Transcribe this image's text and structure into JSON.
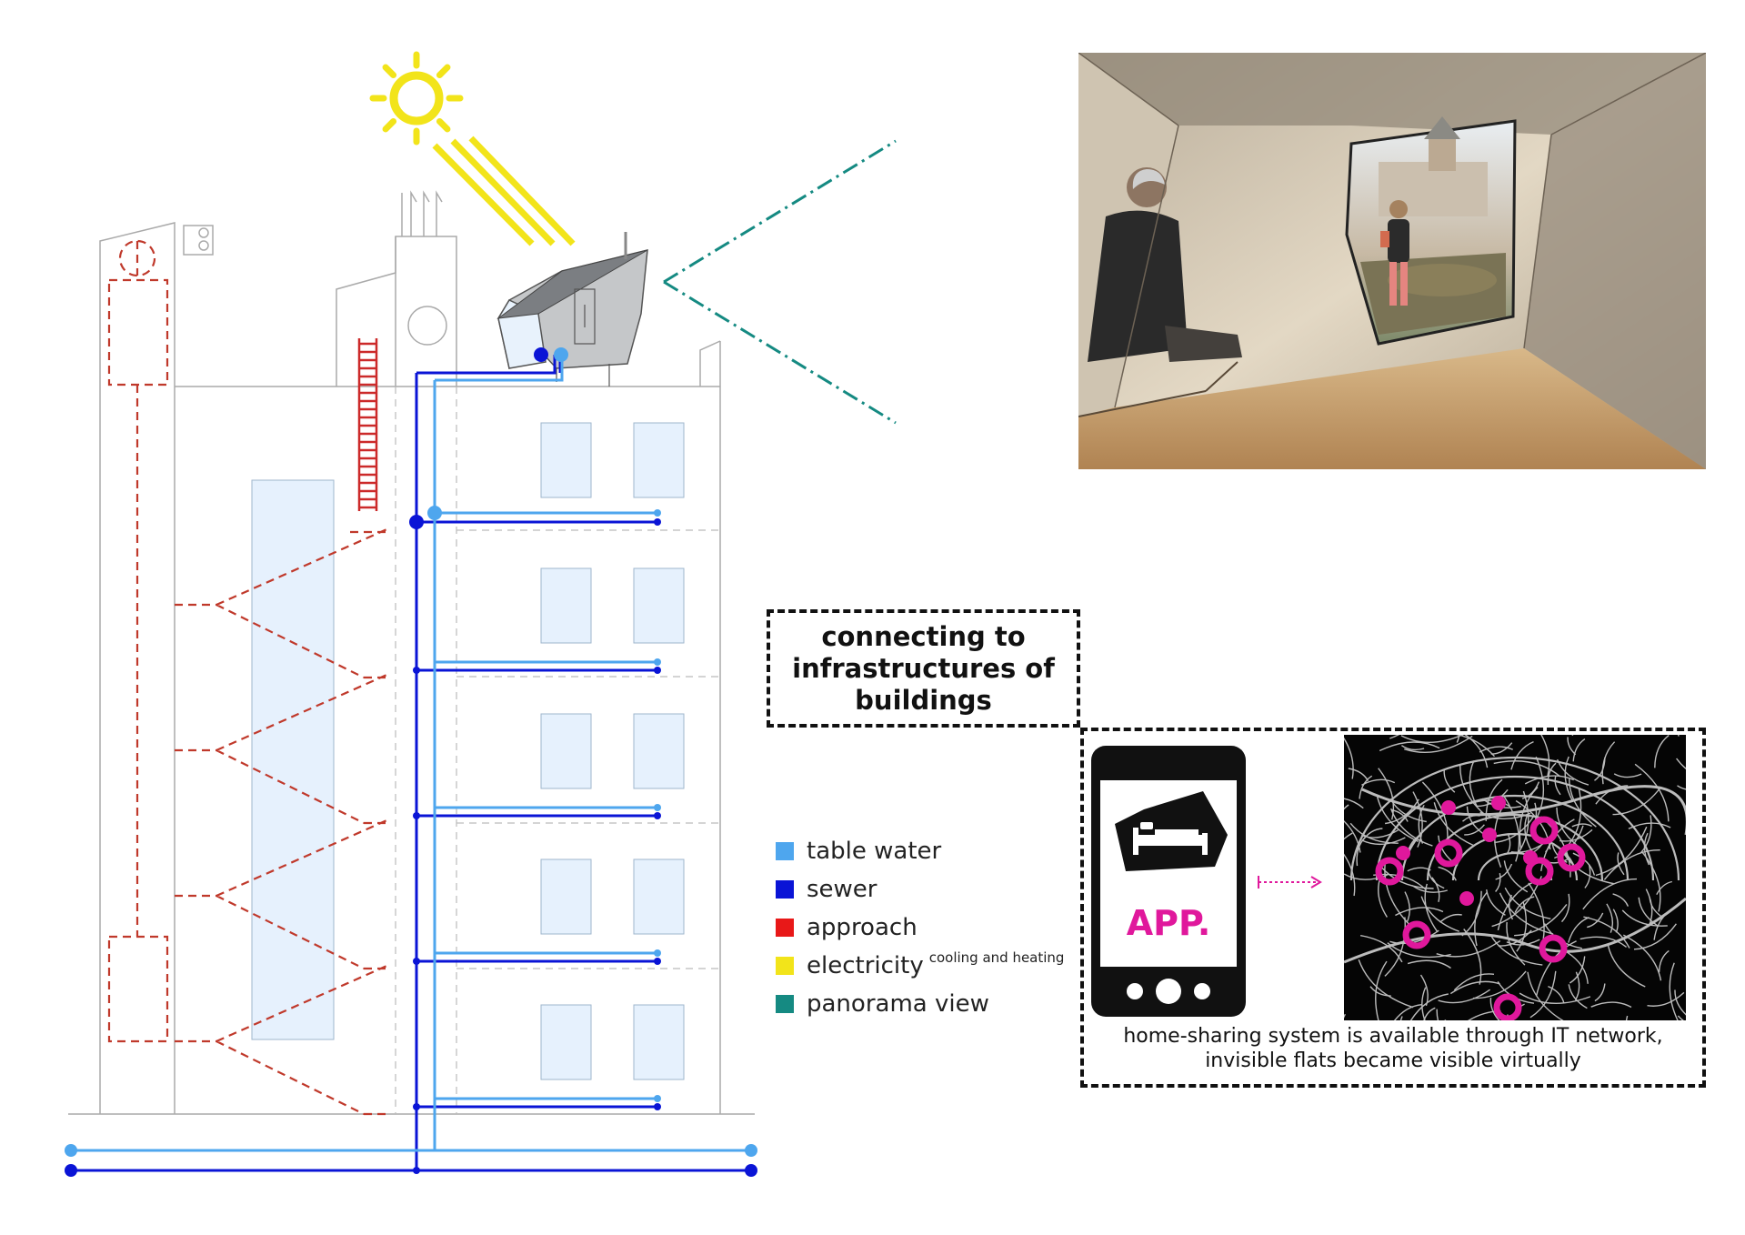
{
  "callout": {
    "lines": [
      "connecting to",
      "infrastructures of",
      "buildings"
    ]
  },
  "legend": [
    {
      "label": "table water",
      "sup": "",
      "color": "#4ea6ee"
    },
    {
      "label": "sewer",
      "sup": "",
      "color": "#0a14d6"
    },
    {
      "label": "approach",
      "sup": "",
      "color": "#e81818"
    },
    {
      "label": "electricity",
      "sup": "cooling and heating",
      "color": "#f2e41a"
    },
    {
      "label": "panorama view",
      "sup": "",
      "color": "#158a82"
    }
  ],
  "app": {
    "label": "APP.",
    "accent": "#e0189c"
  },
  "caption": [
    "home-sharing system is available through IT network,",
    "invisible flats became visible virtually"
  ],
  "colors": {
    "table_water": "#4ea6ee",
    "sewer": "#0a14d6",
    "approach": "#c0392b",
    "sun": "#f2e41a",
    "panorama": "#158a82",
    "window_fill": "#e6f1fd",
    "outline": "#aaaaaa"
  }
}
